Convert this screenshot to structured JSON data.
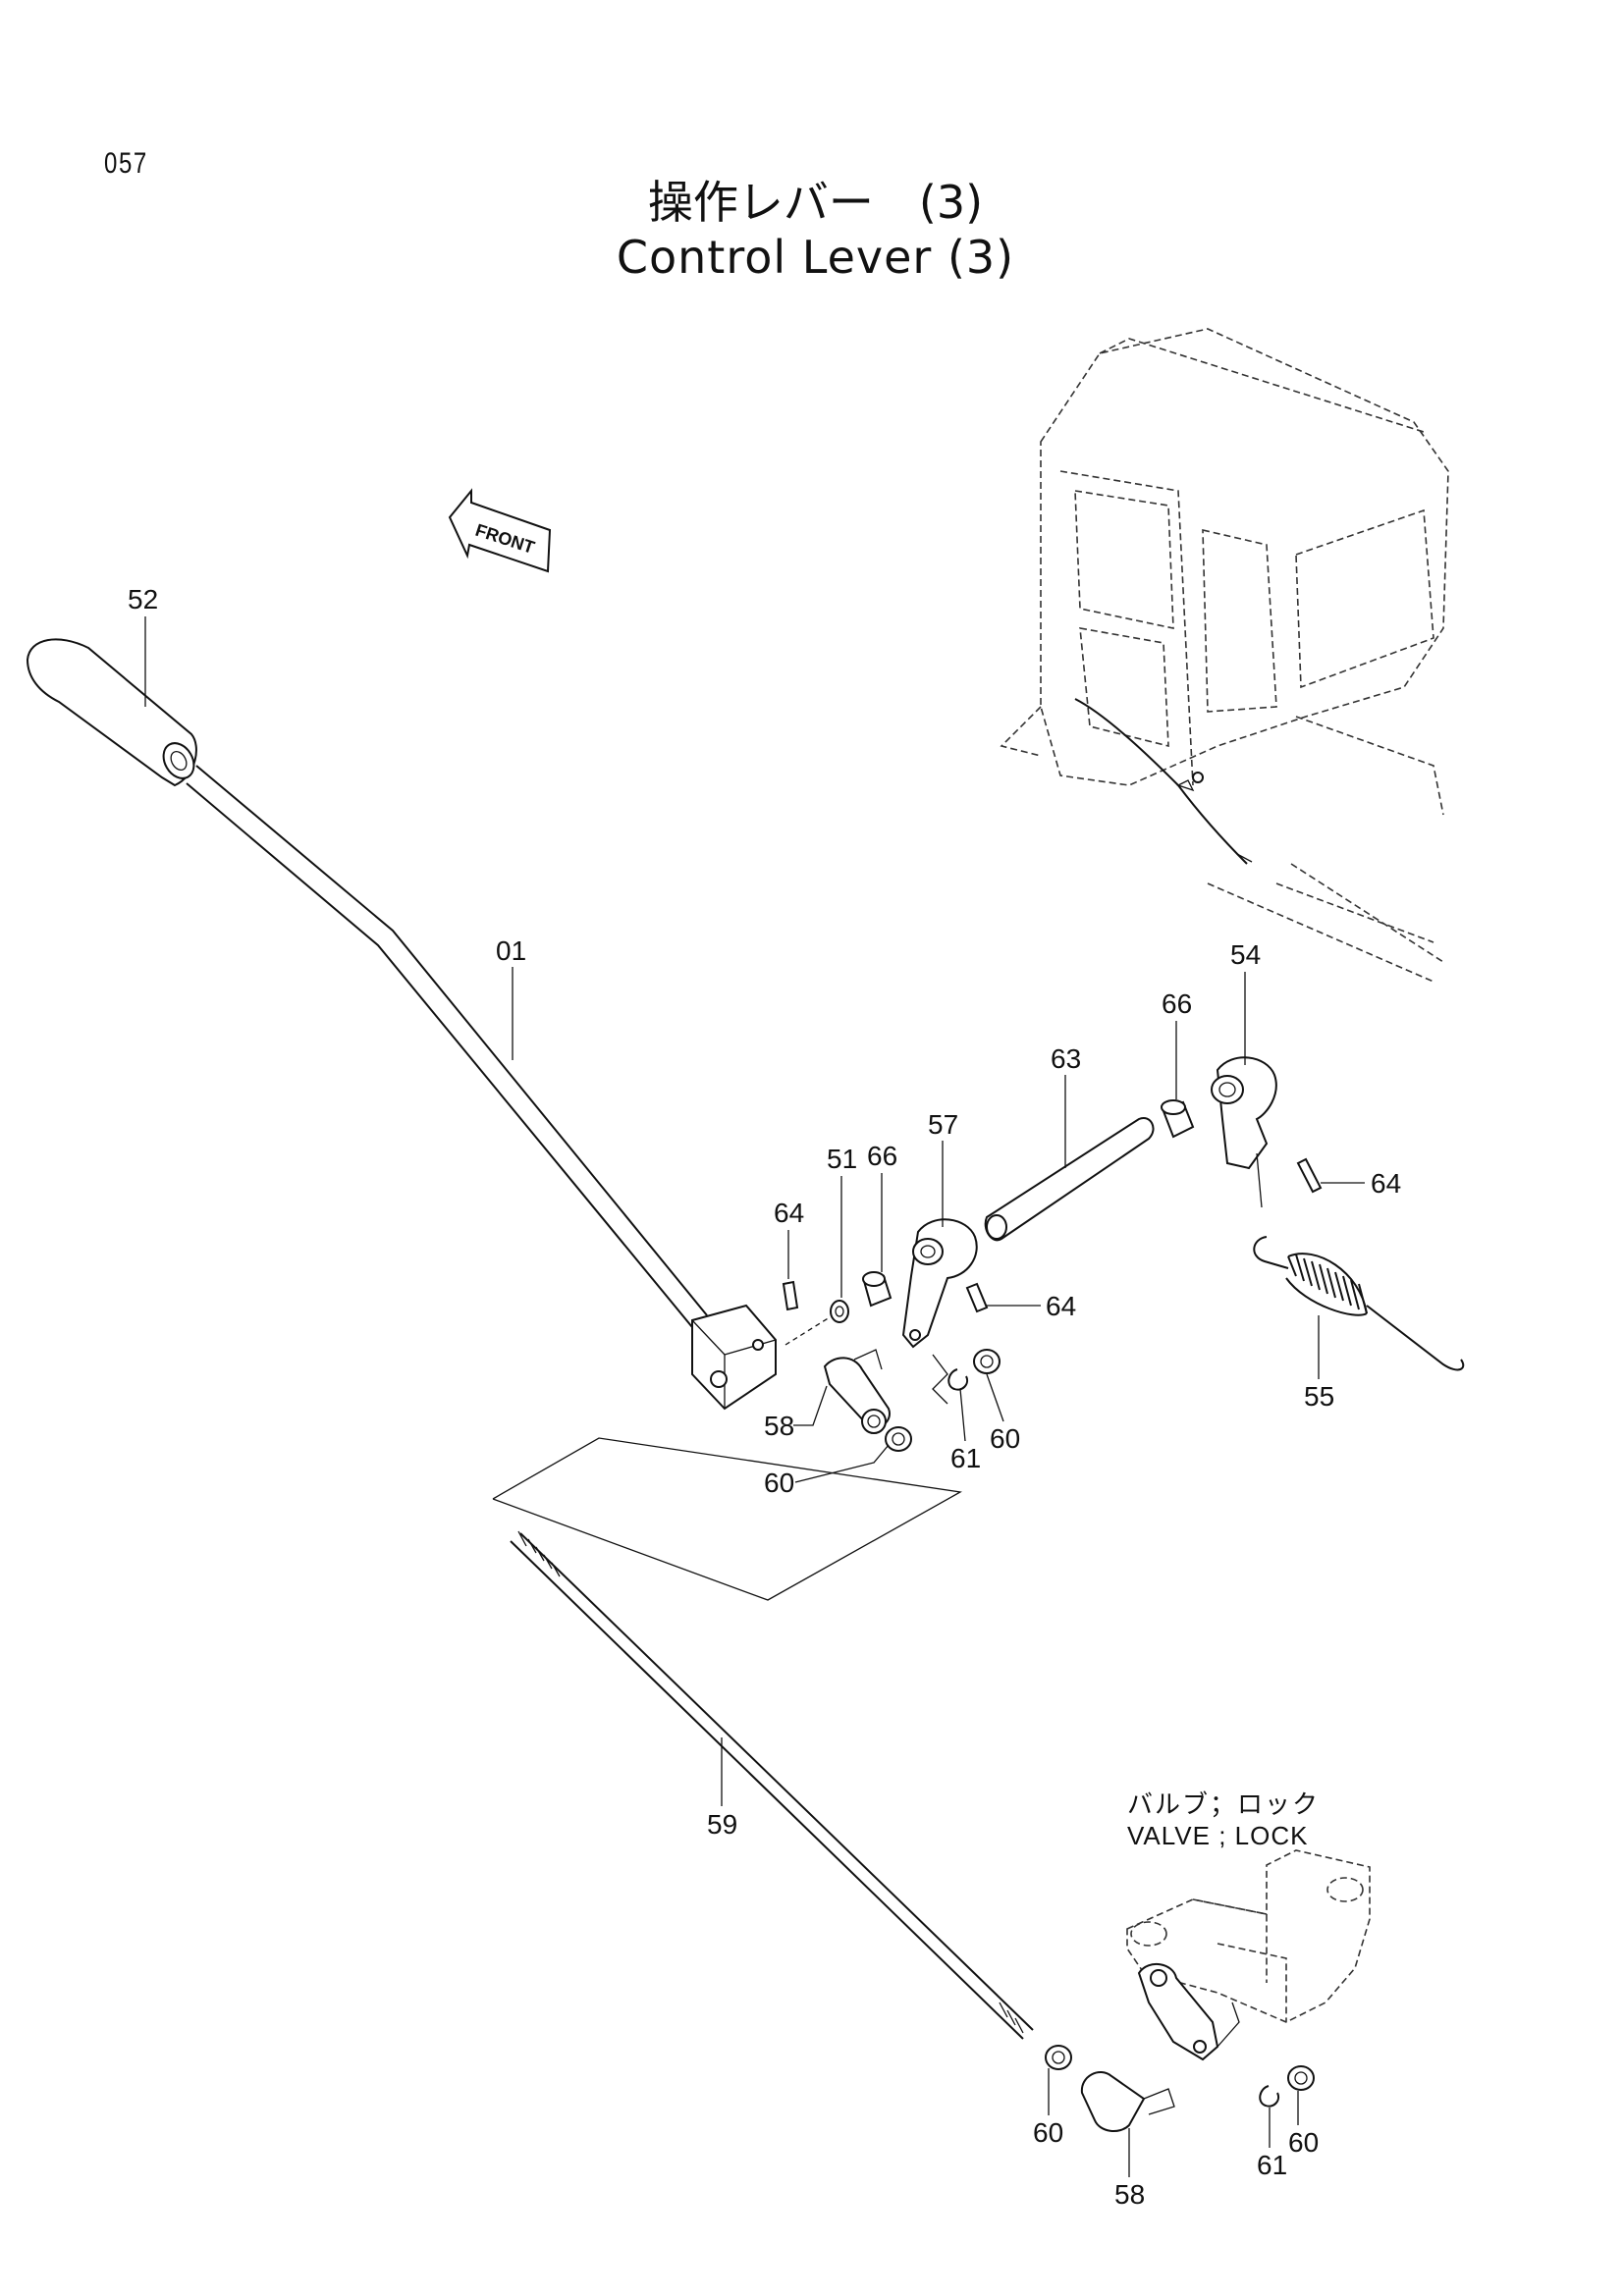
{
  "page_number": "057",
  "title_jp": "操作レバー　(3)",
  "title_en": "Control Lever (3)",
  "front_label": "FRONT",
  "valve_note_jp": "バルブ；ロック",
  "valve_note_en": "VALVE ; LOCK",
  "callouts": {
    "c52": "52",
    "c01": "01",
    "c64a": "64",
    "c51": "51",
    "c66a": "66",
    "c57": "57",
    "c63": "63",
    "c66b": "66",
    "c54": "54",
    "c64b": "64",
    "c64c": "64",
    "c55": "55",
    "c58a": "58",
    "c60a": "60",
    "c61a": "61",
    "c60b": "60",
    "c59": "59",
    "c60c": "60",
    "c58b": "58",
    "c61b": "61",
    "c60d": "60"
  }
}
